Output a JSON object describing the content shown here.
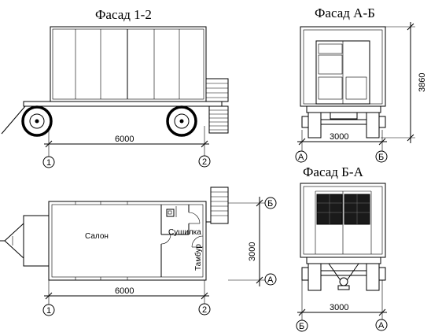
{
  "titles": {
    "facade_1_2": "Фасад 1-2",
    "facade_a_b": "Фасад А-Б",
    "facade_b_a": "Фасад Б-А"
  },
  "dimensions": {
    "side_length": "6000",
    "plan_length": "6000",
    "end_width_top": "3000",
    "end_width_bottom": "3000",
    "height": "3860",
    "plan_width": "3000"
  },
  "axes": {
    "one": "1",
    "two": "2",
    "a": "А",
    "b": "Б"
  },
  "rooms": {
    "salon": "Салон",
    "washroom": "Сушилка",
    "vestibule": "Тамбур"
  }
}
